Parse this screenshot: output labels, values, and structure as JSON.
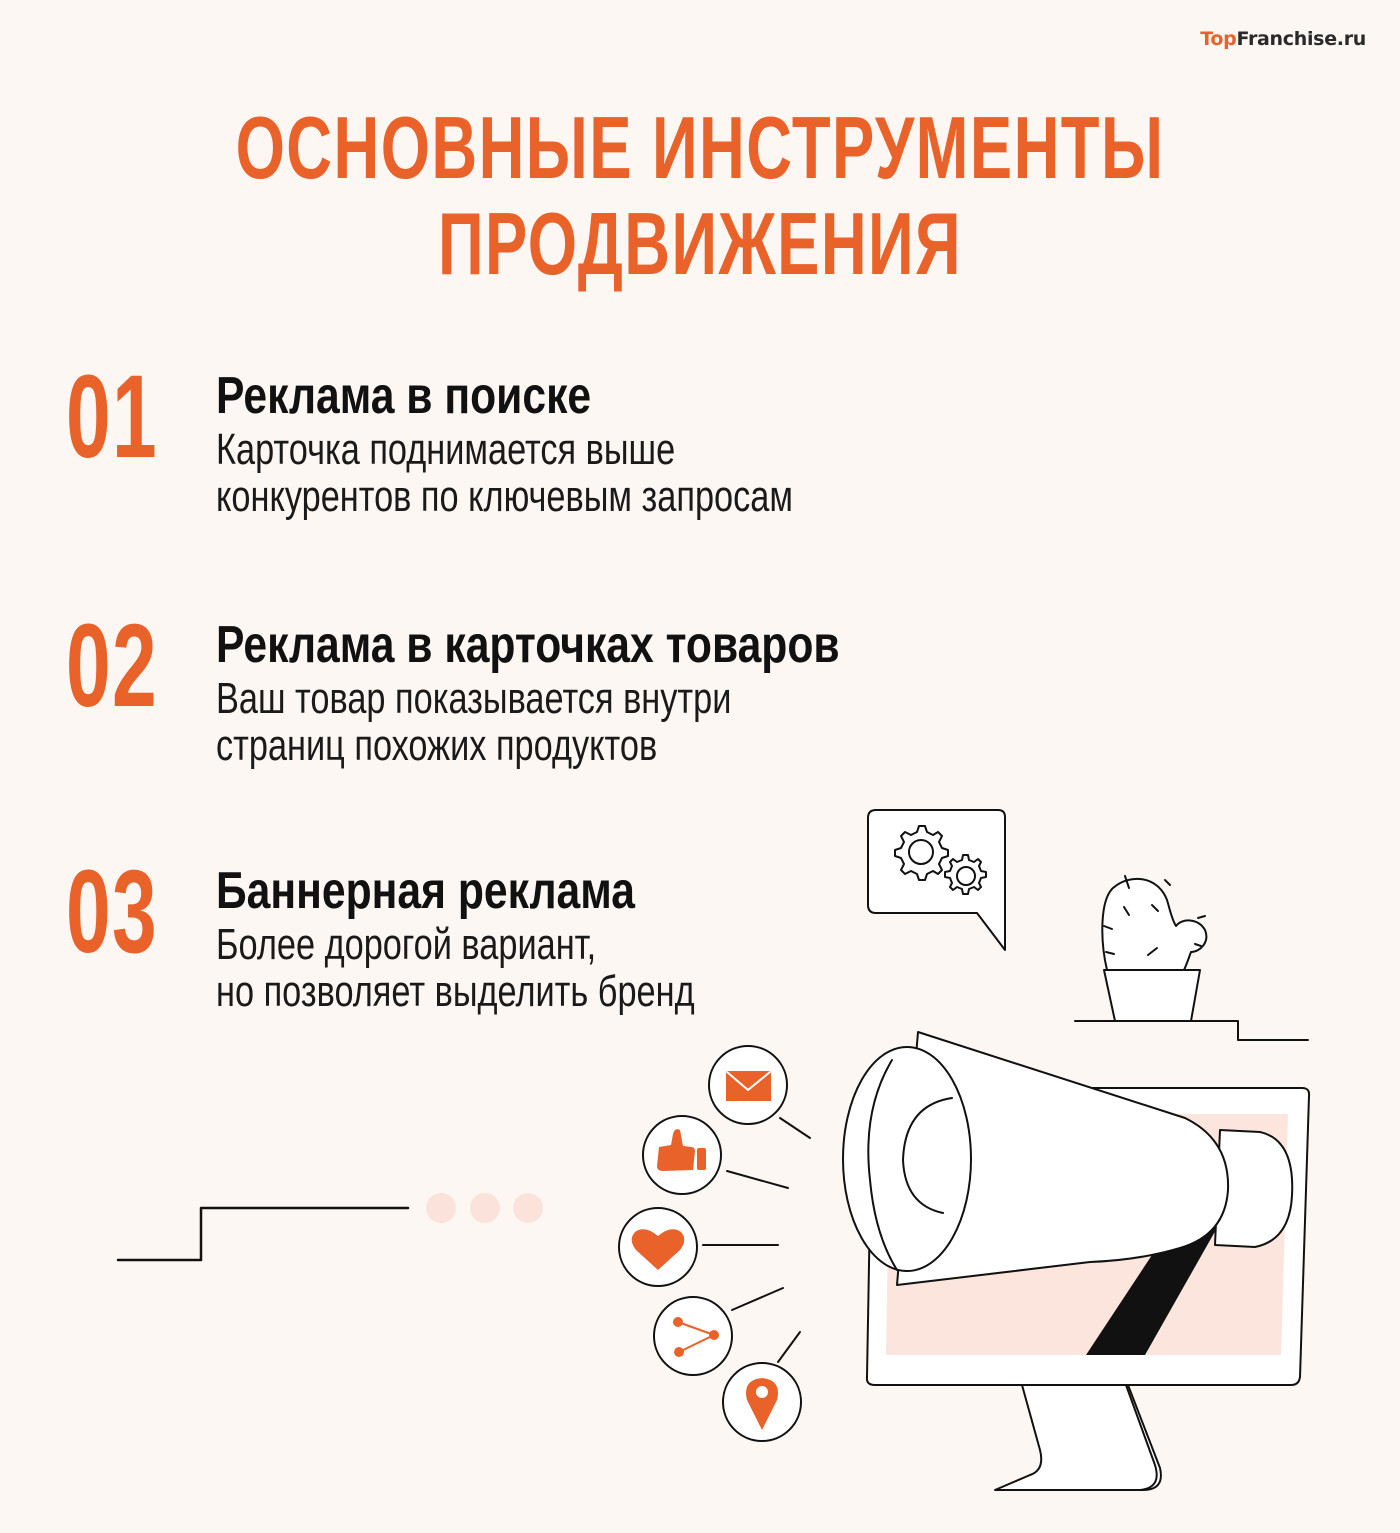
{
  "logo": {
    "part1": "Top",
    "part2": "Franchise.ru"
  },
  "title": {
    "line1": "ОСНОВНЫЕ ИНСТРУМЕНТЫ",
    "line2": "ПРОДВИЖЕНИЯ"
  },
  "items": [
    {
      "number": "01",
      "heading": "Реклама в поиске",
      "desc_line1": "Карточка поднимается выше",
      "desc_line2": "конкурентов по ключевым запросам"
    },
    {
      "number": "02",
      "heading": "Реклама в карточках товаров",
      "desc_line1": "Ваш товар показывается внутри",
      "desc_line2": "страниц похожих продуктов"
    },
    {
      "number": "03",
      "heading": "Баннерная реклама",
      "desc_line1": "Более дорогой вариант,",
      "desc_line2": "но позволяет выделить бренд"
    }
  ],
  "illustration": {
    "icons": [
      "mail-icon",
      "thumbs-up-icon",
      "heart-icon",
      "share-icon",
      "location-pin-icon",
      "gears-icon",
      "megaphone-icon",
      "monitor-icon",
      "cactus-icon"
    ]
  },
  "colors": {
    "accent": "#e8622a",
    "background": "#fdf7f3",
    "screen_fill": "#fbe5dc",
    "dots": "#fbe3dc",
    "text": "#111111"
  }
}
